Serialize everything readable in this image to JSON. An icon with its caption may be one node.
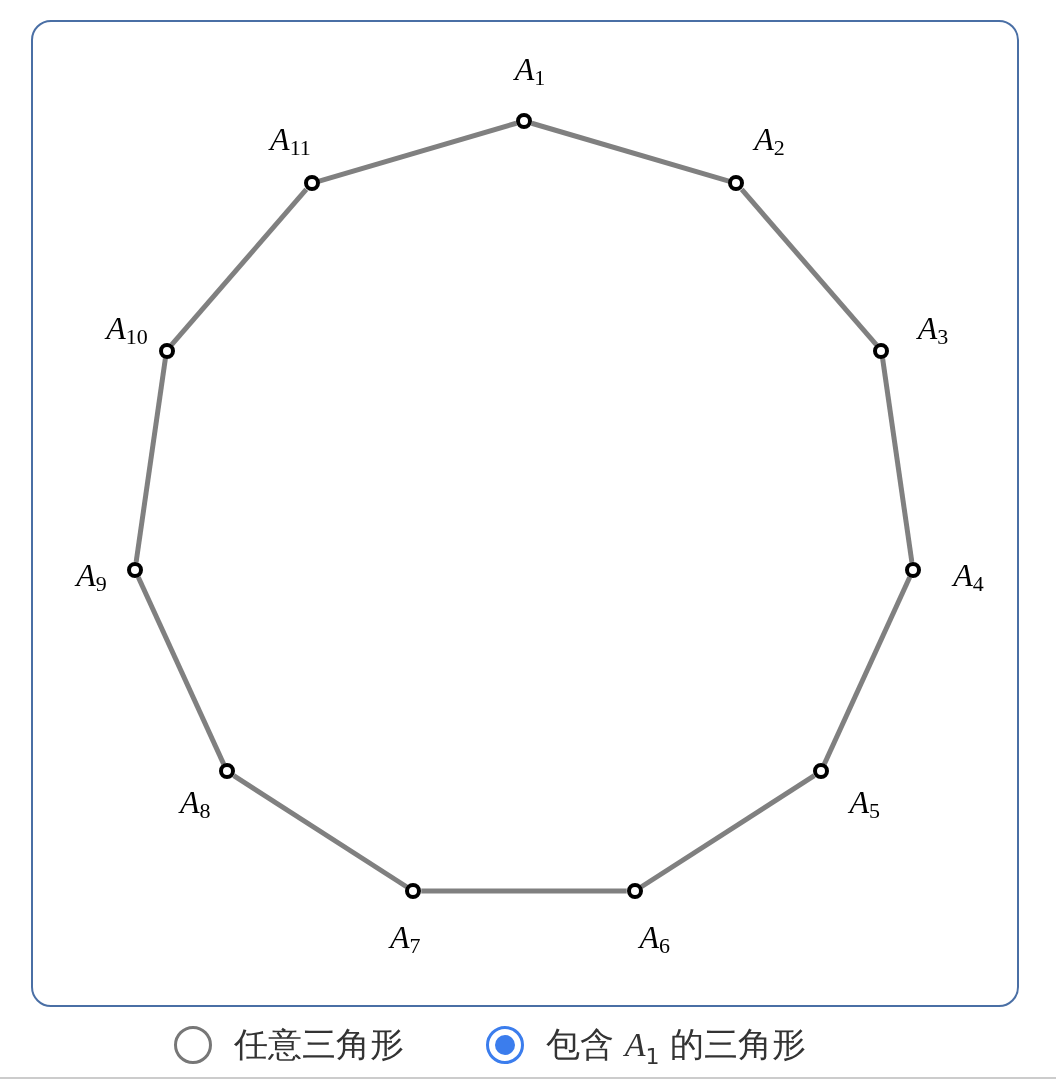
{
  "diagram": {
    "nodes": [
      {
        "text": [
          "*A*$_{1}$"
        ]
      },
      {
        "text": [
          "*A*$_{2}$"
        ]
      },
      {
        "text": [
          "*A*$_{3}$"
        ]
      },
      {
        "text": [
          "*A*$_{4}$"
        ]
      },
      {
        "text": [
          "*A*$_{5}$"
        ]
      },
      {
        "text": [
          "*A*$_{6}$"
        ]
      },
      {
        "text": [
          "*A*$_{7}$"
        ]
      },
      {
        "text": [
          "*A*$_{8}$"
        ]
      },
      {
        "text": [
          "*A*$_{9}$"
        ]
      },
      {
        "text": [
          "*A*$_{10}$"
        ]
      },
      {
        "text": [
          "*A*$_{11}$"
        ]
      }
    ],
    "edges": [
      {
        "from": 0,
        "to": 1,
        "arrow": "none"
      },
      {
        "from": 1,
        "to": 2,
        "arrow": "none"
      },
      {
        "from": 2,
        "to": 3,
        "arrow": "none"
      },
      {
        "from": 3,
        "to": 4,
        "arrow": "none"
      },
      {
        "from": 4,
        "to": 5,
        "arrow": "none"
      },
      {
        "from": 5,
        "to": 6,
        "arrow": "none"
      },
      {
        "from": 6,
        "to": 7,
        "arrow": "none"
      },
      {
        "from": 7,
        "to": 8,
        "arrow": "none"
      },
      {
        "from": 8,
        "to": 9,
        "arrow": "none"
      },
      {
        "from": 9,
        "to": 10,
        "arrow": "none"
      },
      {
        "from": 10,
        "to": 0,
        "arrow": "none"
      }
    ],
    "labels": [
      "任意三角形",
      "包含 *A*$_{1}$ 的三角形"
    ]
  }
}
